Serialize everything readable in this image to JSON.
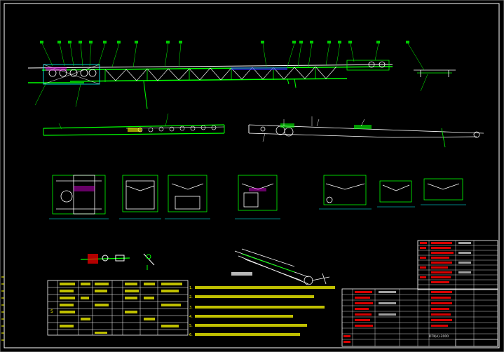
{
  "colors": {
    "background": "#000000",
    "frame": "#ffffff",
    "structure": "#00ff00",
    "accent_red": "#ff0000",
    "accent_yellow": "#ffff00",
    "accent_cyan": "#00ffff",
    "accent_magenta": "#ff00ff",
    "accent_blue": "#4040ff",
    "text": "#e6e6e6"
  },
  "title_block": {
    "drawing_number": "DTⅡ(A)-2000"
  },
  "tech_notes": {
    "items": [
      "1.",
      "2.",
      "3.",
      "4.",
      "5.",
      "6."
    ]
  },
  "parts_table": {
    "row_index_label": "5"
  }
}
